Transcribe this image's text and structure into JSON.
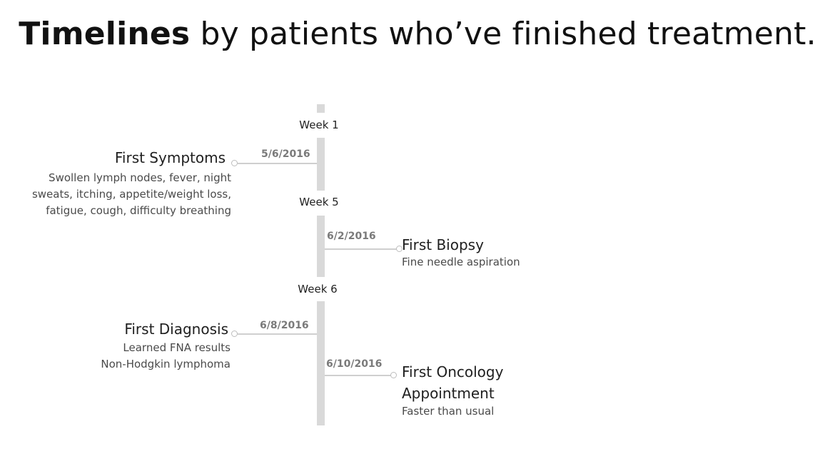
{
  "headline": {
    "bold": "Timelines",
    "rest": " by patients who’ve finished treatment."
  },
  "weeks": [
    "Week 1",
    "Week 5",
    "Week 6"
  ],
  "events": [
    {
      "date": "5/6/2016",
      "title": "First Symptoms",
      "description": "Swollen lymph nodes, fever, night sweats, itching, appetite/weight loss, fatigue, cough, difficulty breathing"
    },
    {
      "date": "6/2/2016",
      "title": "First Biopsy",
      "description": "Fine needle aspiration"
    },
    {
      "date": "6/8/2016",
      "title": "First Diagnosis",
      "description_lines": [
        "Learned FNA results",
        "Non-Hodgkin lymphoma"
      ]
    },
    {
      "date": "6/10/2016",
      "title": "First Oncology Appointment",
      "description": "Faster than usual"
    }
  ]
}
